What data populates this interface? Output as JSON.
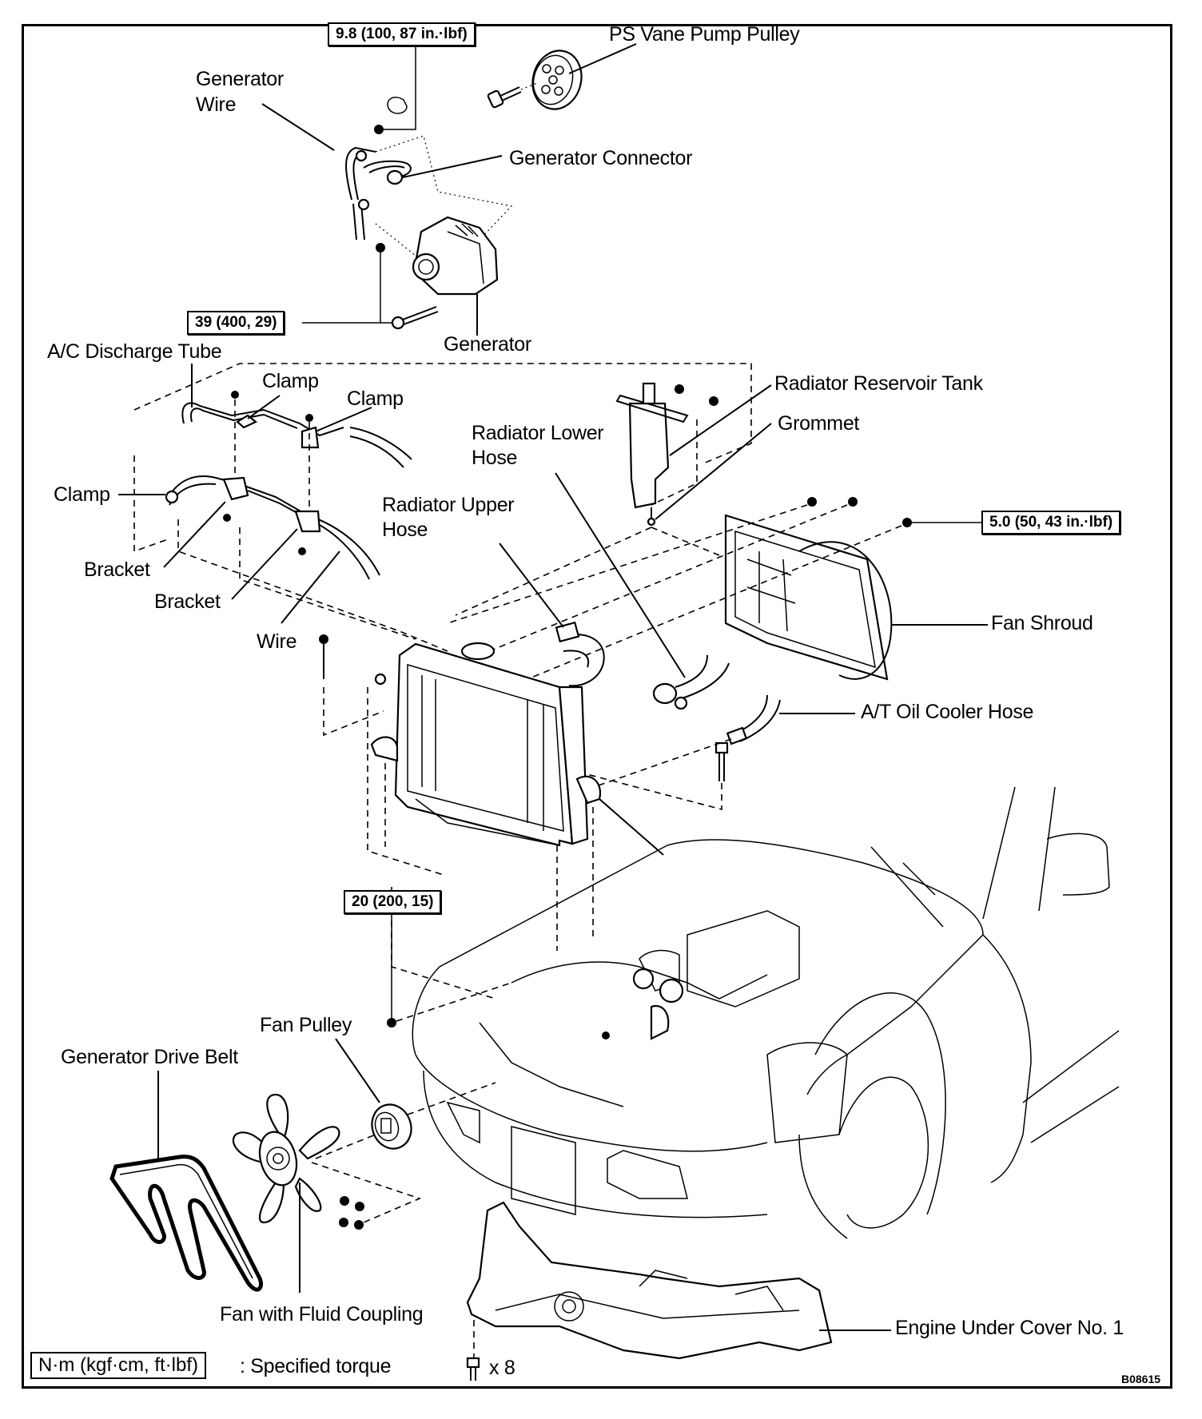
{
  "diagram": {
    "figure_code": "B08615",
    "labels": {
      "ps_vane_pump_pulley": "PS Vane Pump Pulley",
      "generator_wire_line1": "Generator",
      "generator_wire_line2": "Wire",
      "generator_connector": "Generator Connector",
      "generator": "Generator",
      "ac_discharge_tube": "A/C Discharge Tube",
      "clamp_upper_1": "Clamp",
      "clamp_upper_2": "Clamp",
      "clamp_left": "Clamp",
      "bracket_1": "Bracket",
      "bracket_2": "Bracket",
      "wire": "Wire",
      "radiator_reservoir_tank": "Radiator Reservoir Tank",
      "grommet": "Grommet",
      "radiator_lower_hose_line1": "Radiator Lower",
      "radiator_lower_hose_line2": "Hose",
      "radiator_upper_hose_line1": "Radiator Upper",
      "radiator_upper_hose_line2": "Hose",
      "fan_shroud": "Fan Shroud",
      "at_oil_cooler_hose": "A/T Oil Cooler Hose",
      "fan_pulley": "Fan Pulley",
      "generator_drive_belt": "Generator Drive Belt",
      "fan_with_fluid_coupling": "Fan with Fluid Coupling",
      "engine_under_cover": "Engine Under Cover No. 1"
    },
    "torque_specs": {
      "generator_wire_nut": "9.8 (100, 87 in.·lbf)",
      "generator_bolt": "39 (400, 29)",
      "fan_shroud_bolt": "5.0 (50, 43 in.·lbf)",
      "fan_nut": "20 (200, 15)"
    },
    "legend": {
      "unit_box": "N·m (kgf·cm, ft·lbf)",
      "unit_description": ": Specified torque",
      "bolt_count": "x 8"
    }
  }
}
